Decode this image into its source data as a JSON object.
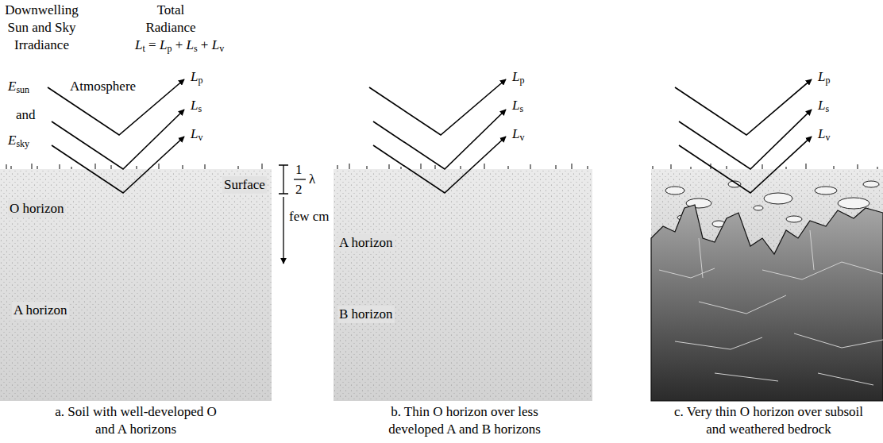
{
  "diagram": {
    "labels": [
      "Downwelling Sun and Sky Irradiance",
      "Total Radiance",
      "Lt = Lp + Ls + Lv",
      "Esun",
      "and",
      "Esky",
      "Atmosphere",
      "Lp",
      "Ls",
      "Lv",
      "Surface",
      "1",
      "2",
      "λ",
      "few cm",
      "O horizon",
      "A horizon",
      "a. Soil with well-developed O and A horizons",
      "Lp",
      "Ls",
      "Lv",
      "A horizon",
      "B horizon",
      "b. Thin O horizon over less developed A and B horizons",
      "Lp",
      "Ls",
      "Lv",
      "c. Very thin O horizon over subsoil and weathered bedrock"
    ]
  }
}
